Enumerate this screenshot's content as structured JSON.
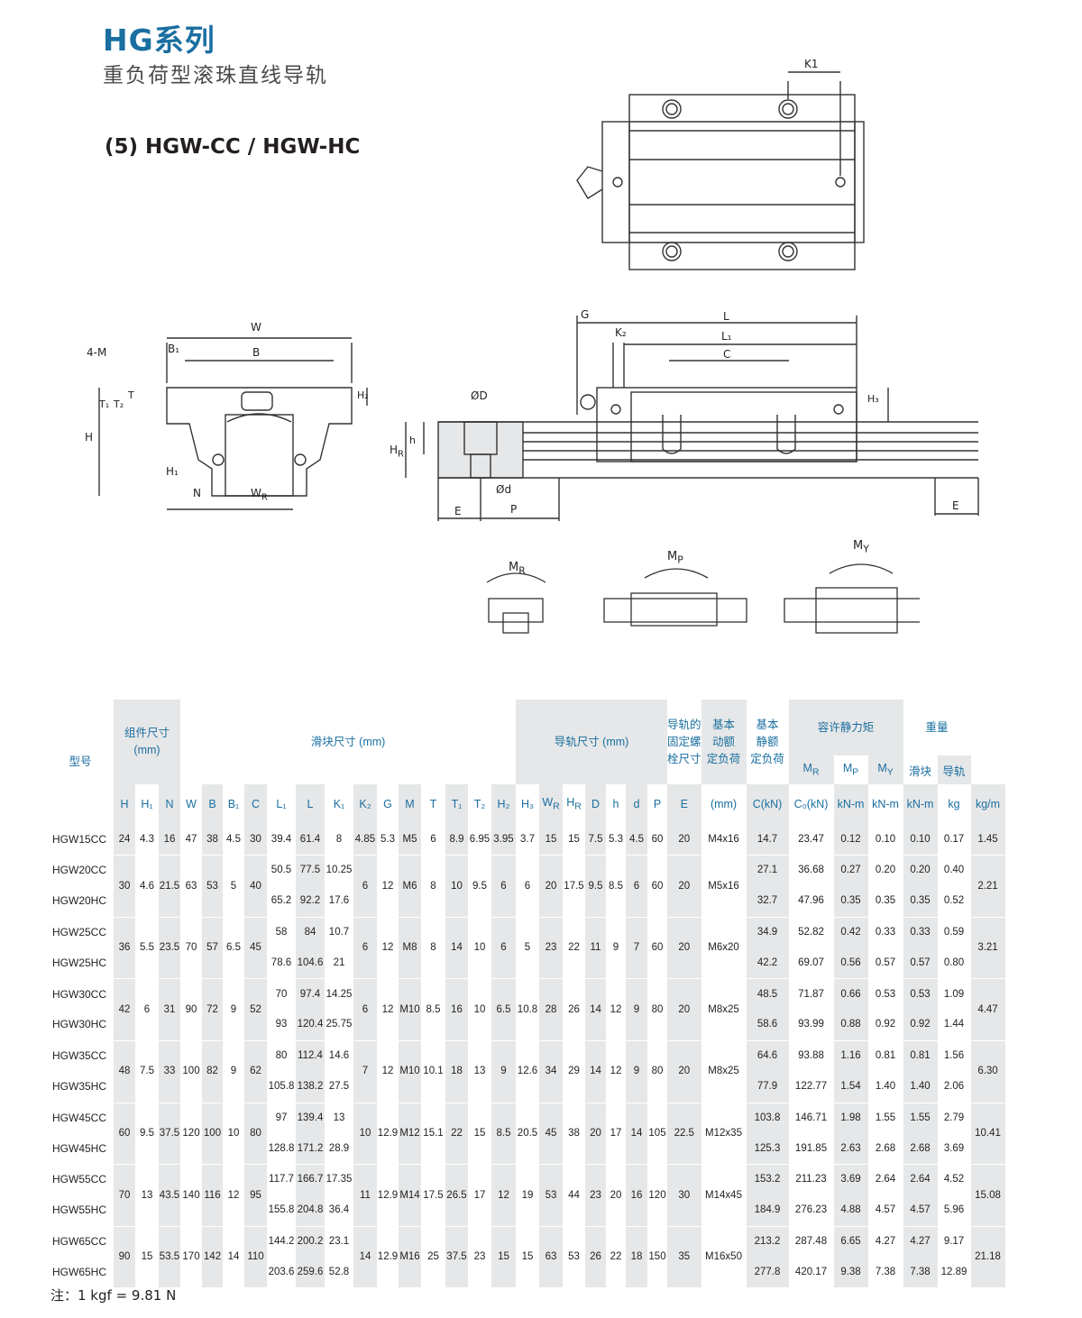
{
  "header": {
    "series_title": "HG系列",
    "series_subtitle": "重负荷型滚珠直线导轨",
    "model_title": "(5) HGW-CC / HGW-HC"
  },
  "drawing_labels": {
    "front": {
      "W": "W",
      "B1": "B₁",
      "B": "B",
      "four_m": "4-M",
      "T1": "T₁",
      "T2": "T₂",
      "T": "T",
      "H": "H",
      "H1": "H₁",
      "N": "N",
      "WR": "W",
      "WR_sub": "R",
      "H2": "H₂"
    },
    "side": {
      "G": "G",
      "L": "L",
      "K2": "K₂",
      "L1": "L₁",
      "C": "C",
      "H3": "H₃",
      "OD": "ØD",
      "h": "h",
      "HR": "H",
      "HR_sub": "R",
      "Od": "Ød",
      "E_left": "E",
      "P": "P",
      "E_right": "E"
    },
    "top": {
      "K1": "K1"
    },
    "moments": {
      "MR": "M",
      "MR_sub": "R",
      "MP": "M",
      "MP_sub": "P",
      "MY": "M",
      "MY_sub": "Y"
    }
  },
  "table": {
    "group_headers": {
      "model": "型号",
      "assembly": "组件尺寸\n(mm)",
      "block": "滑块尺寸 (mm)",
      "rail": "导轨尺寸 (mm)",
      "bolt": "导轨的\n固定螺\n栓尺寸",
      "dynamic": "基本\n动额\n定负荷",
      "static": "基本\n静额\n定负荷",
      "moment": "容许静力矩",
      "weight": "重量"
    },
    "moment_sub": [
      "M",
      "M",
      "M"
    ],
    "moment_subscripts": [
      "R",
      "P",
      "Y"
    ],
    "weight_sub": [
      "滑块",
      "导轨"
    ],
    "columns": [
      "H",
      "H₁",
      "N",
      "W",
      "B",
      "B₁",
      "C",
      "L₁",
      "L",
      "K₁",
      "K₂",
      "G",
      "M",
      "T",
      "T₁",
      "T₂",
      "H₂",
      "H₃",
      "W",
      "H",
      "D",
      "h",
      "d",
      "P",
      "E",
      "(mm)",
      "C(kN)",
      "C₀(kN)",
      "kN-m",
      "kN-m",
      "kN-m",
      "kg",
      "kg/m"
    ],
    "column_subscripts": {
      "18": "R",
      "19": "R"
    },
    "groups": [
      {
        "H": "24",
        "H1": "4.3",
        "N": "16",
        "W": "47",
        "B": "38",
        "B1": "4.5",
        "C": "30",
        "K2": "4.85",
        "G": "5.3",
        "M": "M5",
        "T": "6",
        "T1": "8.9",
        "T2": "6.95",
        "H2": "3.95",
        "H3": "3.7",
        "WR": "15",
        "HR": "15",
        "D": "7.5",
        "h": "5.3",
        "d": "4.5",
        "P": "60",
        "E": "20",
        "bolt": "M4x16",
        "rail_kg": "1.45",
        "rows": [
          {
            "model": "HGW15CC",
            "L1": "39.4",
            "L": "61.4",
            "K1": "8",
            "Ck": "14.7",
            "C0": "23.47",
            "MR": "0.12",
            "MP": "0.10",
            "MY": "0.10",
            "kg": "0.17"
          }
        ]
      },
      {
        "H": "30",
        "H1": "4.6",
        "N": "21.5",
        "W": "63",
        "B": "53",
        "B1": "5",
        "C": "40",
        "K2": "6",
        "G": "12",
        "M": "M6",
        "T": "8",
        "T1": "10",
        "T2": "9.5",
        "H2": "6",
        "H3": "6",
        "WR": "20",
        "HR": "17.5",
        "D": "9.5",
        "h": "8.5",
        "d": "6",
        "P": "60",
        "E": "20",
        "bolt": "M5x16",
        "rail_kg": "2.21",
        "rows": [
          {
            "model": "HGW20CC",
            "L1": "50.5",
            "L": "77.5",
            "K1": "10.25",
            "Ck": "27.1",
            "C0": "36.68",
            "MR": "0.27",
            "MP": "0.20",
            "MY": "0.20",
            "kg": "0.40"
          },
          {
            "model": "HGW20HC",
            "L1": "65.2",
            "L": "92.2",
            "K1": "17.6",
            "Ck": "32.7",
            "C0": "47.96",
            "MR": "0.35",
            "MP": "0.35",
            "MY": "0.35",
            "kg": "0.52"
          }
        ]
      },
      {
        "H": "36",
        "H1": "5.5",
        "N": "23.5",
        "W": "70",
        "B": "57",
        "B1": "6.5",
        "C": "45",
        "K2": "6",
        "G": "12",
        "M": "M8",
        "T": "8",
        "T1": "14",
        "T2": "10",
        "H2": "6",
        "H3": "5",
        "WR": "23",
        "HR": "22",
        "D": "11",
        "h": "9",
        "d": "7",
        "P": "60",
        "E": "20",
        "bolt": "M6x20",
        "rail_kg": "3.21",
        "rows": [
          {
            "model": "HGW25CC",
            "L1": "58",
            "L": "84",
            "K1": "10.7",
            "Ck": "34.9",
            "C0": "52.82",
            "MR": "0.42",
            "MP": "0.33",
            "MY": "0.33",
            "kg": "0.59"
          },
          {
            "model": "HGW25HC",
            "L1": "78.6",
            "L": "104.6",
            "K1": "21",
            "Ck": "42.2",
            "C0": "69.07",
            "MR": "0.56",
            "MP": "0.57",
            "MY": "0.57",
            "kg": "0.80"
          }
        ]
      },
      {
        "H": "42",
        "H1": "6",
        "N": "31",
        "W": "90",
        "B": "72",
        "B1": "9",
        "C": "52",
        "K2": "6",
        "G": "12",
        "M": "M10",
        "T": "8.5",
        "T1": "16",
        "T2": "10",
        "H2": "6.5",
        "H3": "10.8",
        "WR": "28",
        "HR": "26",
        "D": "14",
        "h": "12",
        "d": "9",
        "P": "80",
        "E": "20",
        "bolt": "M8x25",
        "rail_kg": "4.47",
        "rows": [
          {
            "model": "HGW30CC",
            "L1": "70",
            "L": "97.4",
            "K1": "14.25",
            "Ck": "48.5",
            "C0": "71.87",
            "MR": "0.66",
            "MP": "0.53",
            "MY": "0.53",
            "kg": "1.09"
          },
          {
            "model": "HGW30HC",
            "L1": "93",
            "L": "120.4",
            "K1": "25.75",
            "Ck": "58.6",
            "C0": "93.99",
            "MR": "0.88",
            "MP": "0.92",
            "MY": "0.92",
            "kg": "1.44"
          }
        ]
      },
      {
        "H": "48",
        "H1": "7.5",
        "N": "33",
        "W": "100",
        "B": "82",
        "B1": "9",
        "C": "62",
        "K2": "7",
        "G": "12",
        "M": "M10",
        "T": "10.1",
        "T1": "18",
        "T2": "13",
        "H2": "9",
        "H3": "12.6",
        "WR": "34",
        "HR": "29",
        "D": "14",
        "h": "12",
        "d": "9",
        "P": "80",
        "E": "20",
        "bolt": "M8x25",
        "rail_kg": "6.30",
        "rows": [
          {
            "model": "HGW35CC",
            "L1": "80",
            "L": "112.4",
            "K1": "14.6",
            "Ck": "64.6",
            "C0": "93.88",
            "MR": "1.16",
            "MP": "0.81",
            "MY": "0.81",
            "kg": "1.56"
          },
          {
            "model": "HGW35HC",
            "L1": "105.8",
            "L": "138.2",
            "K1": "27.5",
            "Ck": "77.9",
            "C0": "122.77",
            "MR": "1.54",
            "MP": "1.40",
            "MY": "1.40",
            "kg": "2.06"
          }
        ]
      },
      {
        "H": "60",
        "H1": "9.5",
        "N": "37.5",
        "W": "120",
        "B": "100",
        "B1": "10",
        "C": "80",
        "K2": "10",
        "G": "12.9",
        "M": "M12",
        "T": "15.1",
        "T1": "22",
        "T2": "15",
        "H2": "8.5",
        "H3": "20.5",
        "WR": "45",
        "HR": "38",
        "D": "20",
        "h": "17",
        "d": "14",
        "P": "105",
        "E": "22.5",
        "bolt": "M12x35",
        "rail_kg": "10.41",
        "rows": [
          {
            "model": "HGW45CC",
            "L1": "97",
            "L": "139.4",
            "K1": "13",
            "Ck": "103.8",
            "C0": "146.71",
            "MR": "1.98",
            "MP": "1.55",
            "MY": "1.55",
            "kg": "2.79"
          },
          {
            "model": "HGW45HC",
            "L1": "128.8",
            "L": "171.2",
            "K1": "28.9",
            "Ck": "125.3",
            "C0": "191.85",
            "MR": "2.63",
            "MP": "2.68",
            "MY": "2.68",
            "kg": "3.69"
          }
        ]
      },
      {
        "H": "70",
        "H1": "13",
        "N": "43.5",
        "W": "140",
        "B": "116",
        "B1": "12",
        "C": "95",
        "K2": "11",
        "G": "12.9",
        "M": "M14",
        "T": "17.5",
        "T1": "26.5",
        "T2": "17",
        "H2": "12",
        "H3": "19",
        "WR": "53",
        "HR": "44",
        "D": "23",
        "h": "20",
        "d": "16",
        "P": "120",
        "E": "30",
        "bolt": "M14x45",
        "rail_kg": "15.08",
        "rows": [
          {
            "model": "HGW55CC",
            "L1": "117.7",
            "L": "166.7",
            "K1": "17.35",
            "Ck": "153.2",
            "C0": "211.23",
            "MR": "3.69",
            "MP": "2.64",
            "MY": "2.64",
            "kg": "4.52"
          },
          {
            "model": "HGW55HC",
            "L1": "155.8",
            "L": "204.8",
            "K1": "36.4",
            "Ck": "184.9",
            "C0": "276.23",
            "MR": "4.88",
            "MP": "4.57",
            "MY": "4.57",
            "kg": "5.96"
          }
        ]
      },
      {
        "H": "90",
        "H1": "15",
        "N": "53.5",
        "W": "170",
        "B": "142",
        "B1": "14",
        "C": "110",
        "K2": "14",
        "G": "12.9",
        "M": "M16",
        "T": "25",
        "T1": "37.5",
        "T2": "23",
        "H2": "15",
        "H3": "15",
        "WR": "63",
        "HR": "53",
        "D": "26",
        "h": "22",
        "d": "18",
        "P": "150",
        "E": "35",
        "bolt": "M16x50",
        "rail_kg": "21.18",
        "rows": [
          {
            "model": "HGW65CC",
            "L1": "144.2",
            "L": "200.2",
            "K1": "23.1",
            "Ck": "213.2",
            "C0": "287.48",
            "MR": "6.65",
            "MP": "4.27",
            "MY": "4.27",
            "kg": "9.17"
          },
          {
            "model": "HGW65HC",
            "L1": "203.6",
            "L": "259.6",
            "K1": "52.8",
            "Ck": "277.8",
            "C0": "420.17",
            "MR": "9.38",
            "MP": "7.38",
            "MY": "7.38",
            "kg": "12.89"
          }
        ]
      }
    ]
  },
  "note": "注：1 kgf = 9.81 N"
}
